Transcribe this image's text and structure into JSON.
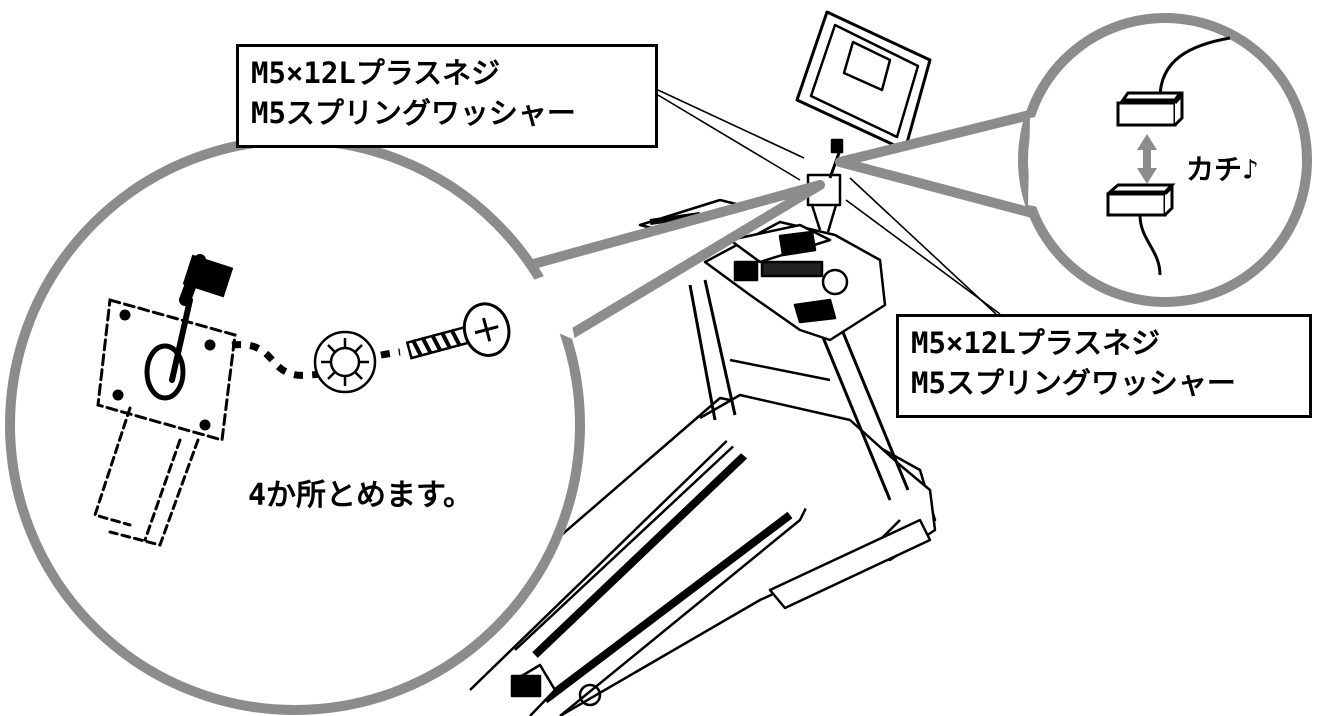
{
  "labels": {
    "top_box": {
      "line1": "M5×12Lプラスネジ",
      "line2": "M5スプリングワッシャー"
    },
    "bottom_box": {
      "line1": "M5×12Lプラスネジ",
      "line2": "M5スプリングワッシャー"
    },
    "caption": "4か所とめます。",
    "connector_sound": "カチ♪"
  },
  "colors": {
    "callout_fill": "#ffffff",
    "callout_border": "#8c8c8c",
    "line_art": "#000000",
    "box_border": "#000000"
  },
  "icons": {
    "product": "treadmill-illustration",
    "screw": "screw-icon",
    "washer": "spring-washer-icon",
    "connector_arrow": "double-arrow-icon"
  }
}
